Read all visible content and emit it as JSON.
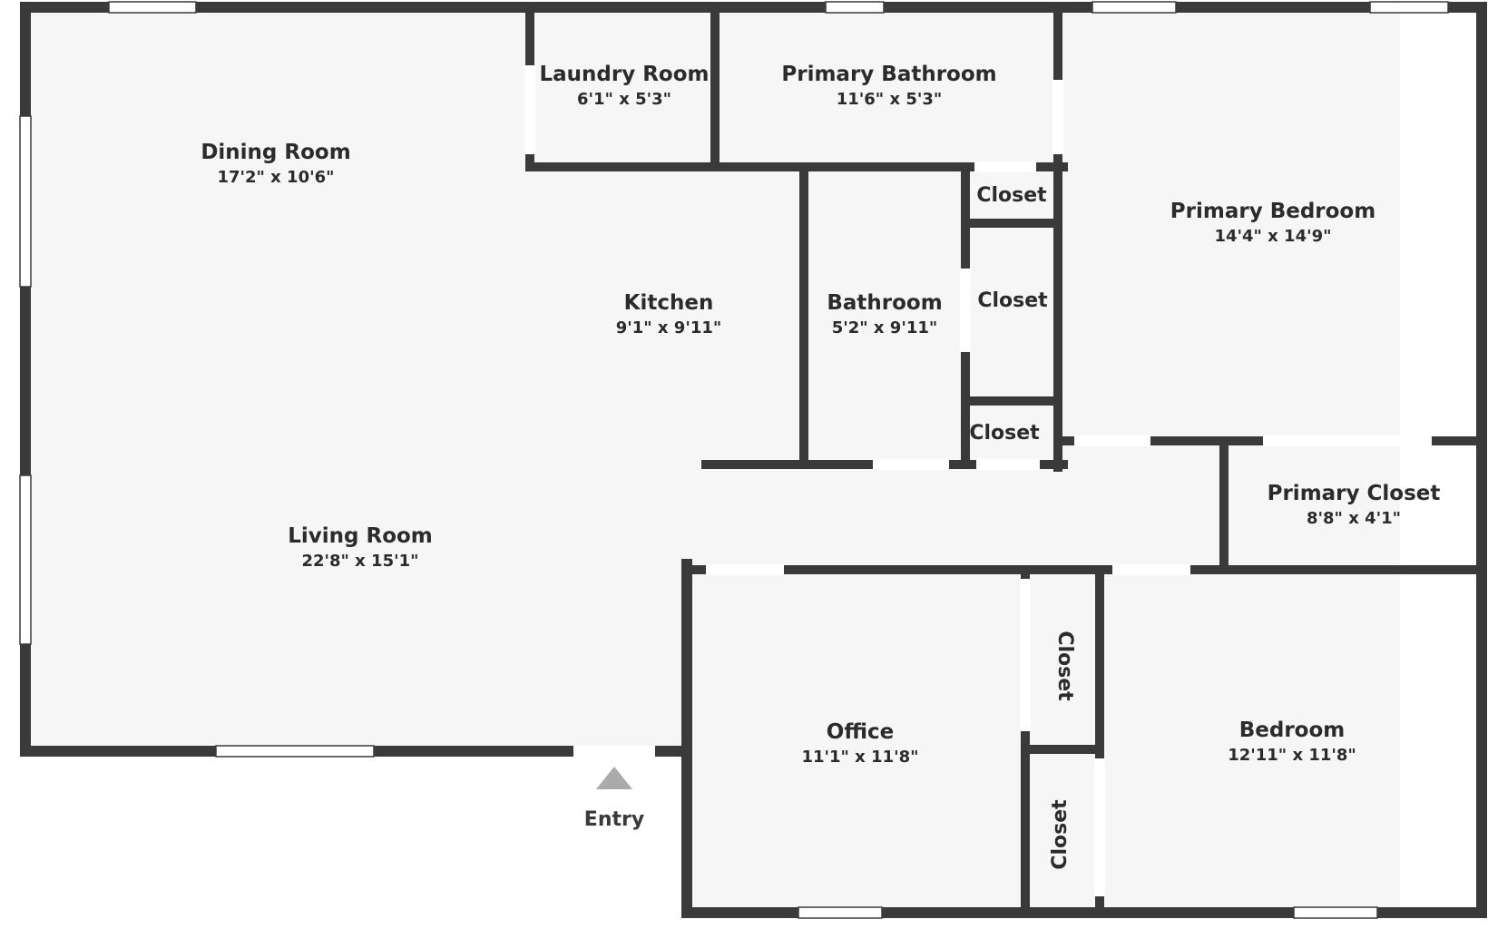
{
  "colors": {
    "wall": "#3a3a3a",
    "floor": "#f6f6f6",
    "opening": "#ffffff",
    "entry_marker": "#aaaaaa"
  },
  "rooms": {
    "dining": {
      "name": "Dining Room",
      "dim": "17'2\" x 10'6\""
    },
    "laundry": {
      "name": "Laundry Room",
      "dim": "6'1\" x 5'3\""
    },
    "primary_bath": {
      "name": "Primary Bathroom",
      "dim": "11'6\" x 5'3\""
    },
    "primary_bed": {
      "name": "Primary Bedroom",
      "dim": "14'4\" x 14'9\""
    },
    "kitchen": {
      "name": "Kitchen",
      "dim": "9'1\" x 9'11\""
    },
    "bathroom": {
      "name": "Bathroom",
      "dim": "5'2\" x 9'11\""
    },
    "living": {
      "name": "Living Room",
      "dim": "22'8\" x 15'1\""
    },
    "primary_closet": {
      "name": "Primary Closet",
      "dim": "8'8\" x 4'1\""
    },
    "office": {
      "name": "Office",
      "dim": "11'1\" x 11'8\""
    },
    "bedroom": {
      "name": "Bedroom",
      "dim": "12'11\" x 11'8\""
    }
  },
  "closets": {
    "c1": "Closet",
    "c2": "Closet",
    "c3": "Closet",
    "c4": "Closet",
    "c5": "Closet"
  },
  "entry": {
    "label": "Entry",
    "icon": "triangle-up-icon"
  }
}
